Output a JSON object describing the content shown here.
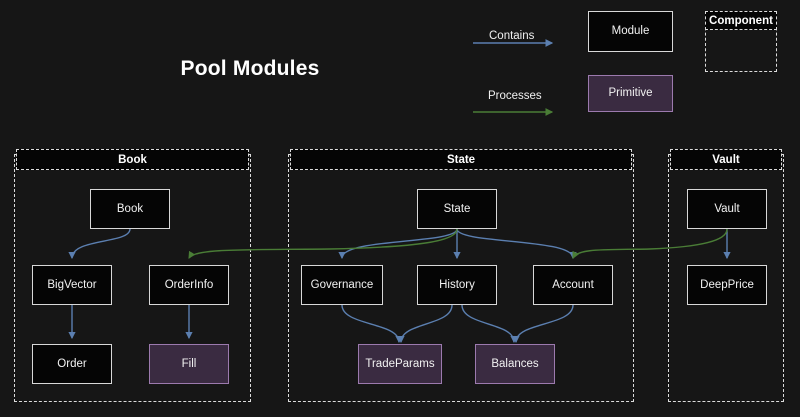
{
  "title": "Pool Modules",
  "theme": {
    "background": "#161616",
    "module_fill": "#050505",
    "module_stroke": "#d8d8d8",
    "primitive_fill": "#3a2b41",
    "primitive_stroke": "#9c7aae",
    "contains_arrow": "#5b7fb0",
    "processes_arrow": "#3f7030",
    "text": "#f2f2f2"
  },
  "legend": {
    "contains_label": "Contains",
    "processes_label": "Processes",
    "module_label": "Module",
    "primitive_label": "Primitive",
    "component_label": "Component"
  },
  "groups": [
    {
      "id": "book",
      "label": "Book"
    },
    {
      "id": "state",
      "label": "State"
    },
    {
      "id": "vault",
      "label": "Vault"
    }
  ],
  "nodes": {
    "book": {
      "label": "Book",
      "kind": "module"
    },
    "bigvector": {
      "label": "BigVector",
      "kind": "module"
    },
    "orderinfo": {
      "label": "OrderInfo",
      "kind": "module"
    },
    "order": {
      "label": "Order",
      "kind": "module"
    },
    "fill": {
      "label": "Fill",
      "kind": "primitive"
    },
    "state": {
      "label": "State",
      "kind": "module"
    },
    "governance": {
      "label": "Governance",
      "kind": "module"
    },
    "history": {
      "label": "History",
      "kind": "module"
    },
    "account": {
      "label": "Account",
      "kind": "module"
    },
    "tradeparams": {
      "label": "TradeParams",
      "kind": "primitive"
    },
    "balances": {
      "label": "Balances",
      "kind": "primitive"
    },
    "vault": {
      "label": "Vault",
      "kind": "module"
    },
    "deepprice": {
      "label": "DeepPrice",
      "kind": "module"
    }
  },
  "edges": [
    {
      "from": "book",
      "to": "bigvector",
      "type": "contains"
    },
    {
      "from": "bigvector",
      "to": "order",
      "type": "contains"
    },
    {
      "from": "orderinfo",
      "to": "fill",
      "type": "contains"
    },
    {
      "from": "state",
      "to": "governance",
      "type": "contains"
    },
    {
      "from": "state",
      "to": "history",
      "type": "contains"
    },
    {
      "from": "state",
      "to": "account",
      "type": "contains"
    },
    {
      "from": "governance",
      "to": "tradeparams",
      "type": "contains"
    },
    {
      "from": "history",
      "to": "tradeparams",
      "type": "contains"
    },
    {
      "from": "history",
      "to": "balances",
      "type": "contains"
    },
    {
      "from": "account",
      "to": "balances",
      "type": "contains"
    },
    {
      "from": "vault",
      "to": "deepprice",
      "type": "contains"
    },
    {
      "from": "state",
      "to": "orderinfo",
      "type": "processes"
    },
    {
      "from": "vault",
      "to": "account",
      "type": "processes"
    }
  ]
}
